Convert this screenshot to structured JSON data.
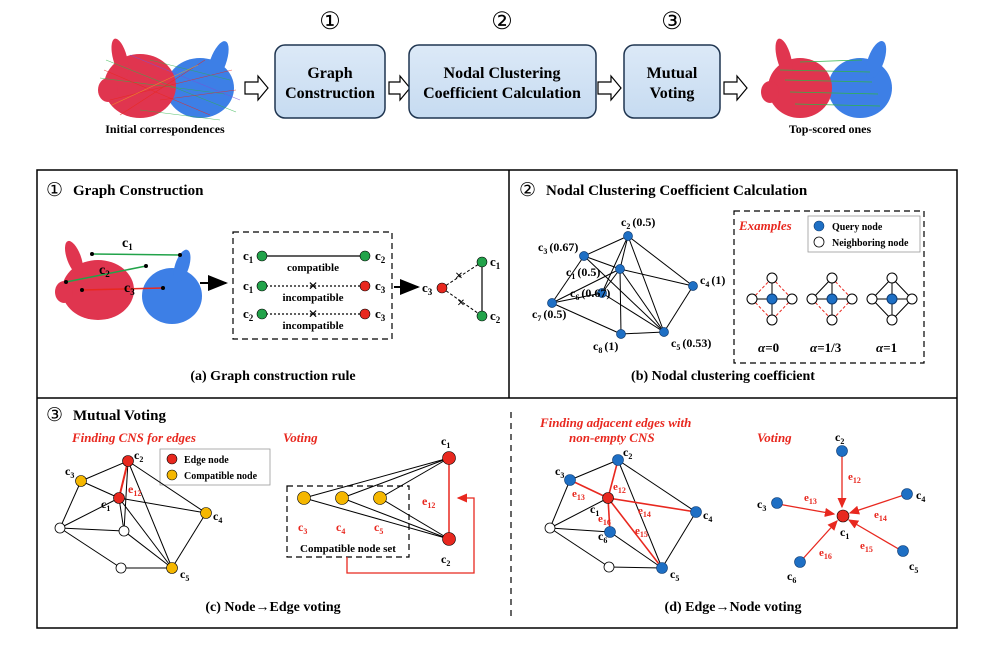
{
  "pipeline": {
    "steps": [
      {
        "num": "①",
        "lines": [
          "Graph",
          "Construction"
        ]
      },
      {
        "num": "②",
        "lines": [
          "Nodal Clustering",
          "Coefficient Calculation"
        ]
      },
      {
        "num": "③",
        "lines": [
          "Mutual",
          "Voting"
        ]
      }
    ],
    "left_caption": "Initial correspondences",
    "right_caption": "Top-scored ones"
  },
  "panel_a": {
    "header_num": "①",
    "header": "Graph Construction",
    "bunny_labels": [
      "c",
      "c",
      "c"
    ],
    "bunny_subs": [
      "1",
      "2",
      "3"
    ],
    "rows": [
      {
        "left": "c",
        "left_sub": "1",
        "right": "c",
        "right_sub": "2",
        "label": "compatible"
      },
      {
        "left": "c",
        "left_sub": "1",
        "right": "c",
        "right_sub": "3",
        "label": "incompatible"
      },
      {
        "left": "c",
        "left_sub": "2",
        "right": "c",
        "right_sub": "3",
        "label": "incompatible"
      }
    ],
    "tri_labels": [
      {
        "t": "c",
        "s": "3"
      },
      {
        "t": "c",
        "s": "1"
      },
      {
        "t": "c",
        "s": "2"
      }
    ],
    "caption": "(a) Graph construction rule",
    "colors": {
      "green": "#22a34a",
      "red": "#e8281f"
    }
  },
  "panel_b": {
    "header_num": "②",
    "header": "Nodal Clustering Coefficient Calculation",
    "nodes": [
      {
        "name": "c",
        "sub": "2",
        "val": "(0.5)"
      },
      {
        "name": "c",
        "sub": "3",
        "val": "(0.67)"
      },
      {
        "name": "c",
        "sub": "1",
        "val": "(0.5)"
      },
      {
        "name": "c",
        "sub": "4",
        "val": "(1)"
      },
      {
        "name": "c",
        "sub": "6",
        "val": "(0.67)"
      },
      {
        "name": "c",
        "sub": "7",
        "val": "(0.5)"
      },
      {
        "name": "c",
        "sub": "8",
        "val": "(1)"
      },
      {
        "name": "c",
        "sub": "5",
        "val": "(0.53)"
      }
    ],
    "examples_title": "Examples",
    "legend": [
      "Query node",
      "Neighboring node"
    ],
    "alphas": [
      {
        "sym": "α",
        "val": "=0"
      },
      {
        "sym": "α",
        "val": "=1/3"
      },
      {
        "sym": "α",
        "val": "=1"
      }
    ],
    "caption": "(b) Nodal clustering coefficient",
    "colors": {
      "query": "#1e6fc4"
    }
  },
  "panel_c": {
    "header_num": "③",
    "header": "Mutual Voting",
    "subtitle": "Finding CNS for edges",
    "voting_title": "Voting",
    "legend": [
      "Edge node",
      "Compatible node"
    ],
    "graph_labels": [
      {
        "t": "c",
        "s": "2"
      },
      {
        "t": "c",
        "s": "3"
      },
      {
        "t": "c",
        "s": "1"
      },
      {
        "t": "c",
        "s": "4"
      },
      {
        "t": "c",
        "s": "5"
      }
    ],
    "edge_label": {
      "t": "e",
      "s": "12"
    },
    "right_labels": [
      {
        "t": "c",
        "s": "1"
      },
      {
        "t": "c",
        "s": "2"
      },
      {
        "t": "c",
        "s": "3"
      },
      {
        "t": "c",
        "s": "4"
      },
      {
        "t": "c",
        "s": "5"
      }
    ],
    "vote_edge": {
      "t": "e",
      "s": "12"
    },
    "set_label": "Compatible node set",
    "caption": "(c) Node→Edge voting",
    "colors": {
      "edge_node": "#e8281f",
      "compatible": "#f5b700"
    }
  },
  "panel_d": {
    "subtitle_lines": [
      "Finding adjacent edges with",
      "non-empty CNS"
    ],
    "voting_title": "Voting",
    "graph_nodes": [
      {
        "t": "c",
        "s": "3"
      },
      {
        "t": "c",
        "s": "2"
      },
      {
        "t": "c",
        "s": "1"
      },
      {
        "t": "c",
        "s": "4"
      },
      {
        "t": "c",
        "s": "6"
      },
      {
        "t": "c",
        "s": "5"
      }
    ],
    "graph_edges": [
      {
        "t": "e",
        "s": "13"
      },
      {
        "t": "e",
        "s": "12"
      },
      {
        "t": "e",
        "s": "14"
      },
      {
        "t": "e",
        "s": "16"
      },
      {
        "t": "e",
        "s": "15"
      }
    ],
    "star_nodes": [
      {
        "t": "c",
        "s": "2"
      },
      {
        "t": "c",
        "s": "3"
      },
      {
        "t": "c",
        "s": "4"
      },
      {
        "t": "c",
        "s": "6"
      },
      {
        "t": "c",
        "s": "5"
      },
      {
        "t": "c",
        "s": "1"
      }
    ],
    "star_edges": [
      {
        "t": "e",
        "s": "12"
      },
      {
        "t": "e",
        "s": "13"
      },
      {
        "t": "e",
        "s": "14"
      },
      {
        "t": "e",
        "s": "16"
      },
      {
        "t": "e",
        "s": "15"
      }
    ],
    "caption": "(d) Edge→Node voting"
  }
}
